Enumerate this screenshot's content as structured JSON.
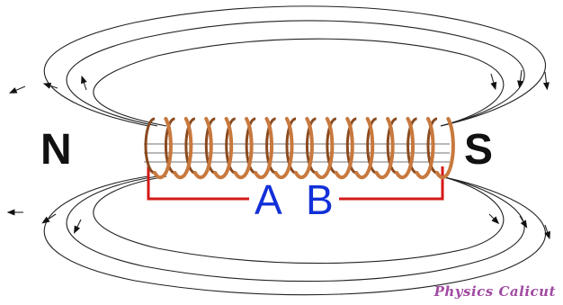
{
  "labels": {
    "north_pole": "N",
    "south_pole": "S",
    "terminal_a": "A",
    "terminal_b": "B"
  },
  "watermark": "Physics Calicut",
  "coil": {
    "turns": 15
  },
  "colors": {
    "coil": "#c8793e",
    "coil_dark": "#8a4a1f",
    "wire": "#d41818",
    "terminal_text": "#1230d8",
    "field_lines": "#222222",
    "watermark": "#a04aa0"
  }
}
